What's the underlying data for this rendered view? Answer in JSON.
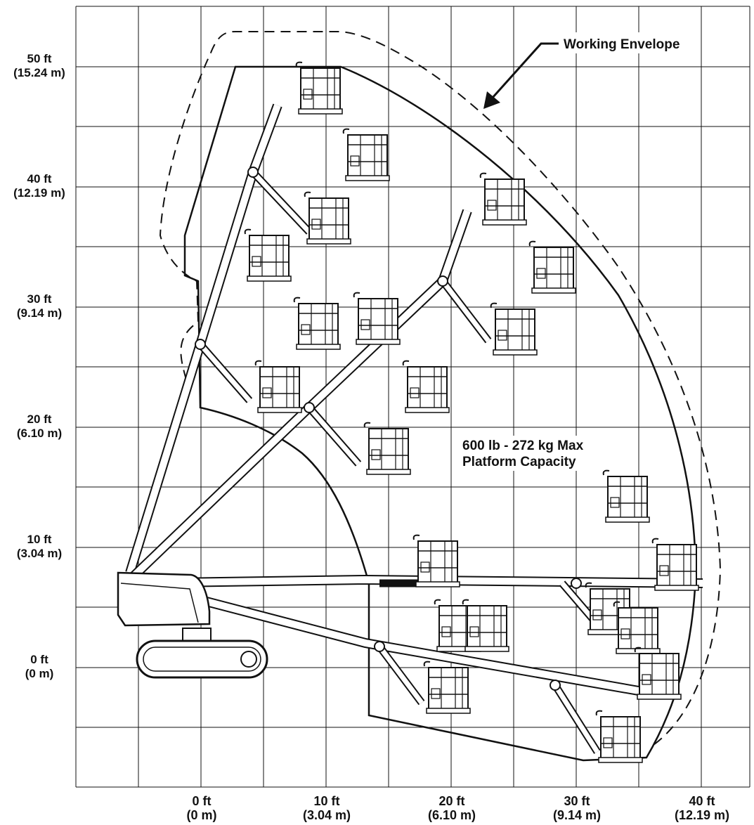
{
  "title": "",
  "callout": "Working Envelope",
  "capacity_lines": [
    "600 lb - 272 kg Max",
    "Platform Capacity"
  ],
  "y_axis_ticks": [
    {
      "ft": "50 ft",
      "m": "(15.24 m)"
    },
    {
      "ft": "40 ft",
      "m": "(12.19 m)"
    },
    {
      "ft": "30 ft",
      "m": "(9.14 m)"
    },
    {
      "ft": "20 ft",
      "m": "(6.10 m)"
    },
    {
      "ft": "10 ft",
      "m": "(3.04 m)"
    },
    {
      "ft": "0 ft",
      "m": "(0 m)"
    }
  ],
  "x_axis_ticks": [
    {
      "ft": "0 ft",
      "m": "(0 m)"
    },
    {
      "ft": "10 ft",
      "m": "(3.04 m)"
    },
    {
      "ft": "20 ft",
      "m": "(6.10 m)"
    },
    {
      "ft": "30 ft",
      "m": "(9.14 m)"
    },
    {
      "ft": "40 ft",
      "m": "(12.19 m)"
    }
  ],
  "colors": {
    "ink": "#111111",
    "background": "#ffffff"
  }
}
